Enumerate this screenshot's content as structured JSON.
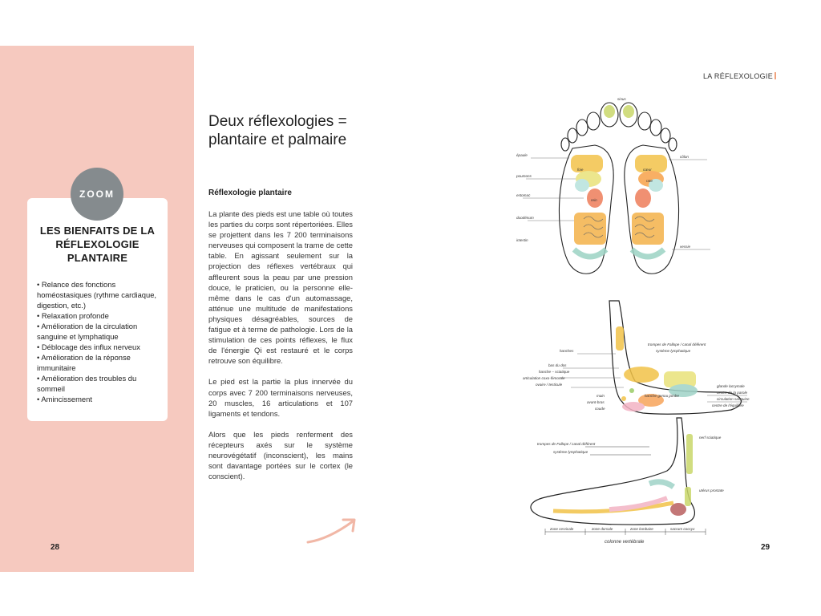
{
  "left_page": {
    "zoom_badge": "ZOOM",
    "zoom_title": "LES BIENFAITS DE LA RÉFLEXOLOGIE PLANTAIRE",
    "benefits": [
      "Relance des fonctions homéostasiques (rythme cardiaque, digestion, etc.)",
      "Relaxation profonde",
      "Amélioration de la circulation sanguine et lymphatique",
      "Déblocage des influx nerveux",
      "Amélioration de la réponse immunitaire",
      "Amélioration des troubles du sommeil",
      "Amincissement"
    ],
    "page_number": "28",
    "title": "Deux réflexologies = plantaire et palmaire",
    "subheading": "Réflexologie plantaire",
    "paragraphs": [
      "La plante des pieds est une table où toutes les parties du corps sont répertoriées. Elles se projettent dans les 7 200 terminaisons nerveuses qui composent la trame de cette table. En agissant seulement sur la projection des réflexes vertébraux qui affleurent sous la peau par une pression douce, le praticien, ou la personne elle-même dans le cas d'un automassage, atténue une multitude de manifestations physiques désagréables, sources de fatigue et à terme de pathologie. Lors de la stimulation de ces points réflexes, le flux de l'énergie Qi est restauré et le corps retrouve son équilibre.",
      "Le pied est la partie la plus innervée du corps avec 7 200 terminaisons nerveuses, 20 muscles, 16 articulations et 107 ligaments et tendons.",
      "Alors que les pieds renferment des récepteurs axés sur le système neurovégétatif (inconscient), les mains sont davantage portées sur le cortex (le conscient)."
    ]
  },
  "right_page": {
    "running_head": "LA RÉFLEXOLOGIE",
    "page_number": "29",
    "labels": {
      "soles": [
        "épaule",
        "poumons",
        "estomac",
        "duodénum",
        "intestin",
        "côlon",
        "vessie",
        "foie",
        "cœur",
        "rate",
        "rein",
        "sinus"
      ],
      "side1": {
        "upper": "trompes de Fallope / canal déférent",
        "lymph": "système lymphatique",
        "hip": "hanches",
        "knee": "bas du dos",
        "sciatic": "hanche – sciatique",
        "artic": "articulation coxo-fémorale",
        "ovary": "ovaire / testicule",
        "hanche": "hanche genou jambe",
        "main": "main",
        "avant": "avant-bras",
        "coude": "coude",
        "thyroid": "glande lacrymale",
        "centre": "centre de la parole",
        "circ": "circulation sanguine",
        "eq": "centre de l'équilibre"
      },
      "side2": {
        "upper": "trompes de Fallope / canal déférent",
        "lymph": "système lymphatique",
        "nerf": "nerf sciatique",
        "uterus": "utérus prostate",
        "zone1": "zone cervicale",
        "zone2": "zone dorsale",
        "zone3": "zone lombaire",
        "zone4": "sacrum coccyx",
        "spine": "colonne vertébrale"
      }
    }
  },
  "colors": {
    "pink_band": "#f6c9bf",
    "zoom_grey": "#858b8e",
    "accent_orange": "#f0a37e"
  }
}
